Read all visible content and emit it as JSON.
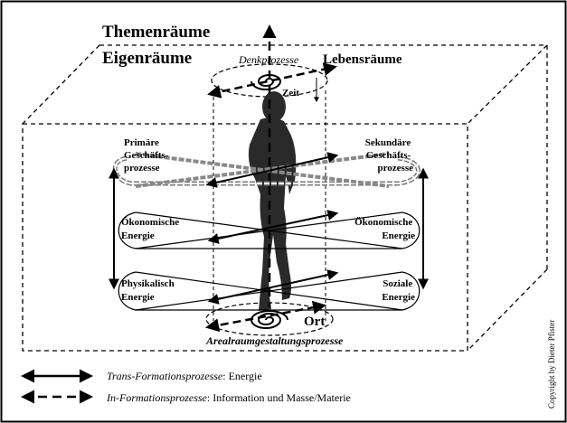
{
  "labels": {
    "themenraeume": "Themenräume",
    "eigenraeume": "Eigenräume",
    "lebensraeume": "Lebensräume",
    "denkprozesse": "Denkprozesse",
    "zeit": "Zeit",
    "ort": "Ort",
    "arealraum": "Arealraumgestaltungsprozesse",
    "copyright": "Copyright by Dieter Pfister"
  },
  "boxes": {
    "primaer": [
      "Primäre",
      "Geschäfts-",
      "prozesse"
    ],
    "sekundaer": [
      "Sekundäre",
      "Geschäfts-",
      "prozesse"
    ],
    "oekonomisch_links": [
      "Ökonomische",
      "Energie"
    ],
    "oekonomisch_rechts": [
      "Ökonomische",
      "Energie"
    ],
    "physikalisch": [
      "Physikalisch",
      "Energie"
    ],
    "sozial": [
      "Soziale",
      "Energie"
    ]
  },
  "legend": {
    "solid_italic": "Trans-Formationsprozesse",
    "solid_rest": ": Energie",
    "dashed_italic": "In-Formationsprozesse",
    "dashed_rest": ": Information und Masse/Materie"
  }
}
